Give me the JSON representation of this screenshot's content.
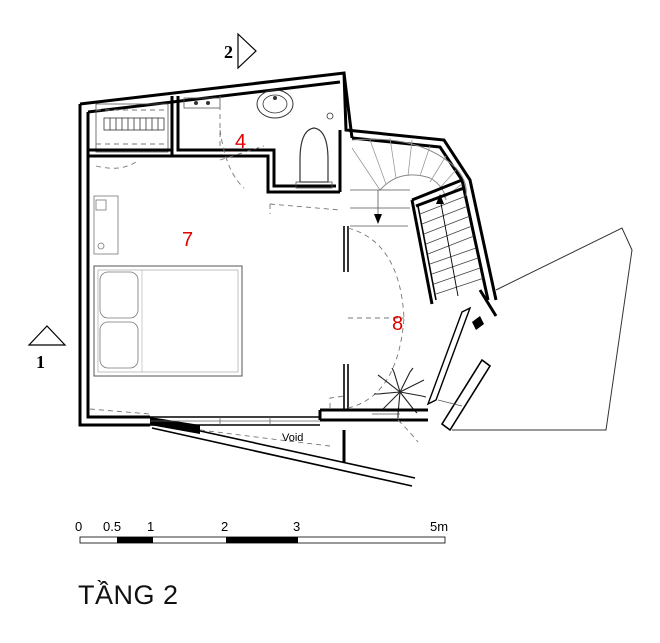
{
  "title": "TẦNG 2",
  "section_marks": {
    "left": "1",
    "top": "2"
  },
  "rooms": [
    {
      "id": "wc",
      "label": "4"
    },
    {
      "id": "bedroom",
      "label": "7"
    },
    {
      "id": "hall",
      "label": "8"
    }
  ],
  "void_label": "Void",
  "scale_bar": {
    "ticks": [
      "0",
      "0.5",
      "1",
      "2",
      "3",
      "5m"
    ]
  },
  "colors": {
    "room_number": "#e00000",
    "line": "#000000"
  }
}
